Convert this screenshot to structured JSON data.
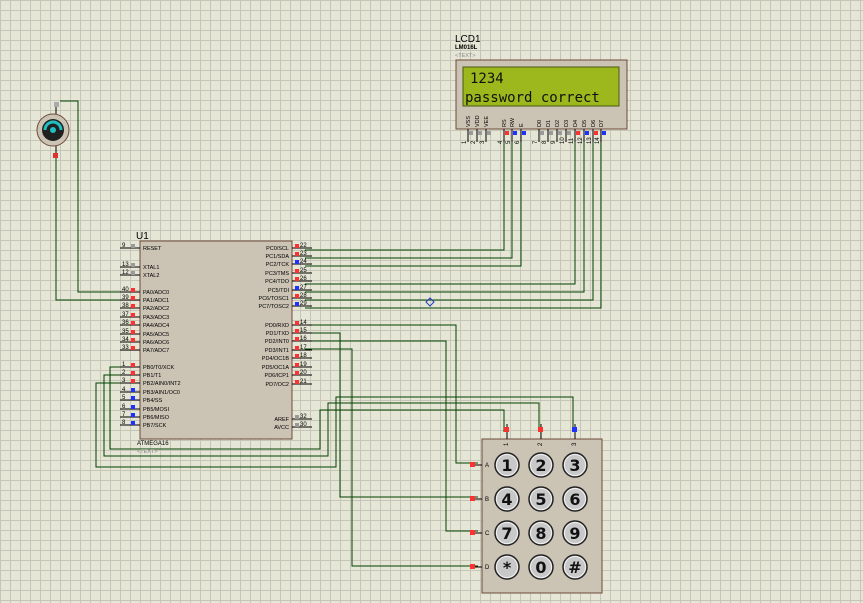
{
  "lcd": {
    "ref": "LCD1",
    "part": "LM016L",
    "text_tag": "<TEXT>",
    "line1": "1234",
    "line2": "password correct",
    "pins": [
      {
        "name": "VSS",
        "num": "1"
      },
      {
        "name": "VDD",
        "num": "2"
      },
      {
        "name": "VEE",
        "num": "3"
      },
      {
        "name": "RS",
        "num": "4"
      },
      {
        "name": "RW",
        "num": "5"
      },
      {
        "name": "E",
        "num": "6"
      },
      {
        "name": "D0",
        "num": "7"
      },
      {
        "name": "D1",
        "num": "8"
      },
      {
        "name": "D2",
        "num": "9"
      },
      {
        "name": "D3",
        "num": "10"
      },
      {
        "name": "D4",
        "num": "11"
      },
      {
        "name": "D5",
        "num": "12"
      },
      {
        "name": "D6",
        "num": "13"
      },
      {
        "name": "D7",
        "num": "14"
      }
    ]
  },
  "mcu": {
    "ref": "U1",
    "part": "ATMEGA16",
    "text_tag": "<TEXT>",
    "left_pins": [
      {
        "name": "RESET",
        "num": "9"
      },
      {
        "name": "XTAL1",
        "num": "13"
      },
      {
        "name": "XTAL2",
        "num": "12"
      },
      {
        "name": "PA0/ADC0",
        "num": "40"
      },
      {
        "name": "PA1/ADC1",
        "num": "39"
      },
      {
        "name": "PA2/ADC2",
        "num": "38"
      },
      {
        "name": "PA3/ADC3",
        "num": "37"
      },
      {
        "name": "PA4/ADC4",
        "num": "36"
      },
      {
        "name": "PA5/ADC5",
        "num": "35"
      },
      {
        "name": "PA6/ADC6",
        "num": "34"
      },
      {
        "name": "PA7/ADC7",
        "num": "33"
      },
      {
        "name": "PB0/T0/XCK",
        "num": "1"
      },
      {
        "name": "PB1/T1",
        "num": "2"
      },
      {
        "name": "PB2/AIN0/INT2",
        "num": "3"
      },
      {
        "name": "PB3/AIN1/OC0",
        "num": "4"
      },
      {
        "name": "PB4/SS",
        "num": "5"
      },
      {
        "name": "PB5/MOSI",
        "num": "6"
      },
      {
        "name": "PB6/MISO",
        "num": "7"
      },
      {
        "name": "PB7/SCK",
        "num": "8"
      }
    ],
    "right_pins": [
      {
        "name": "PC0/SCL",
        "num": "22"
      },
      {
        "name": "PC1/SDA",
        "num": "23"
      },
      {
        "name": "PC2/TCK",
        "num": "24"
      },
      {
        "name": "PC3/TMS",
        "num": "25"
      },
      {
        "name": "PC4/TDO",
        "num": "26"
      },
      {
        "name": "PC5/TDI",
        "num": "27"
      },
      {
        "name": "PC6/TOSC1",
        "num": "28"
      },
      {
        "name": "PC7/TOSC2",
        "num": "29"
      },
      {
        "name": "PD0/RXD",
        "num": "14"
      },
      {
        "name": "PD1/TXD",
        "num": "15"
      },
      {
        "name": "PD2/INT0",
        "num": "16"
      },
      {
        "name": "PD3/INT1",
        "num": "17"
      },
      {
        "name": "PD4/OC1B",
        "num": "18"
      },
      {
        "name": "PD5/OC1A",
        "num": "19"
      },
      {
        "name": "PD6/ICP1",
        "num": "20"
      },
      {
        "name": "PD7/OC2",
        "num": "21"
      },
      {
        "name": "AREF",
        "num": "32"
      },
      {
        "name": "AVCC",
        "num": "30"
      }
    ]
  },
  "keypad": {
    "cols": [
      "1",
      "2",
      "3"
    ],
    "rows": [
      "A",
      "B",
      "C",
      "D"
    ],
    "keys": [
      "1",
      "2",
      "3",
      "4",
      "5",
      "6",
      "7",
      "8",
      "9",
      "*",
      "0",
      "#"
    ]
  },
  "colors": {
    "wire": "#004000",
    "component_fill": "#cbc3b4",
    "component_border": "#6e4b3a",
    "lcd_screen": "#9cb81c",
    "pin_high": "#ff3030",
    "pin_low": "#2030ff"
  }
}
